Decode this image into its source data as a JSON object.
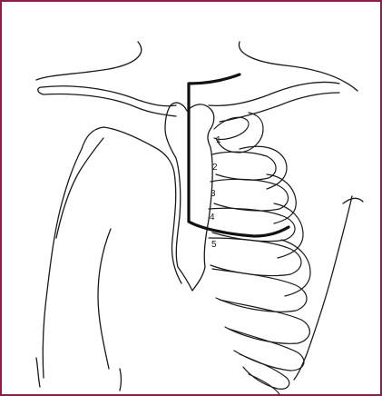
{
  "colors": {
    "border": "#8b1e4a",
    "line": "#1a1a1a",
    "bracket": "#111111"
  },
  "rib_labels": [
    "1",
    "2",
    "3",
    "4",
    "5"
  ]
}
